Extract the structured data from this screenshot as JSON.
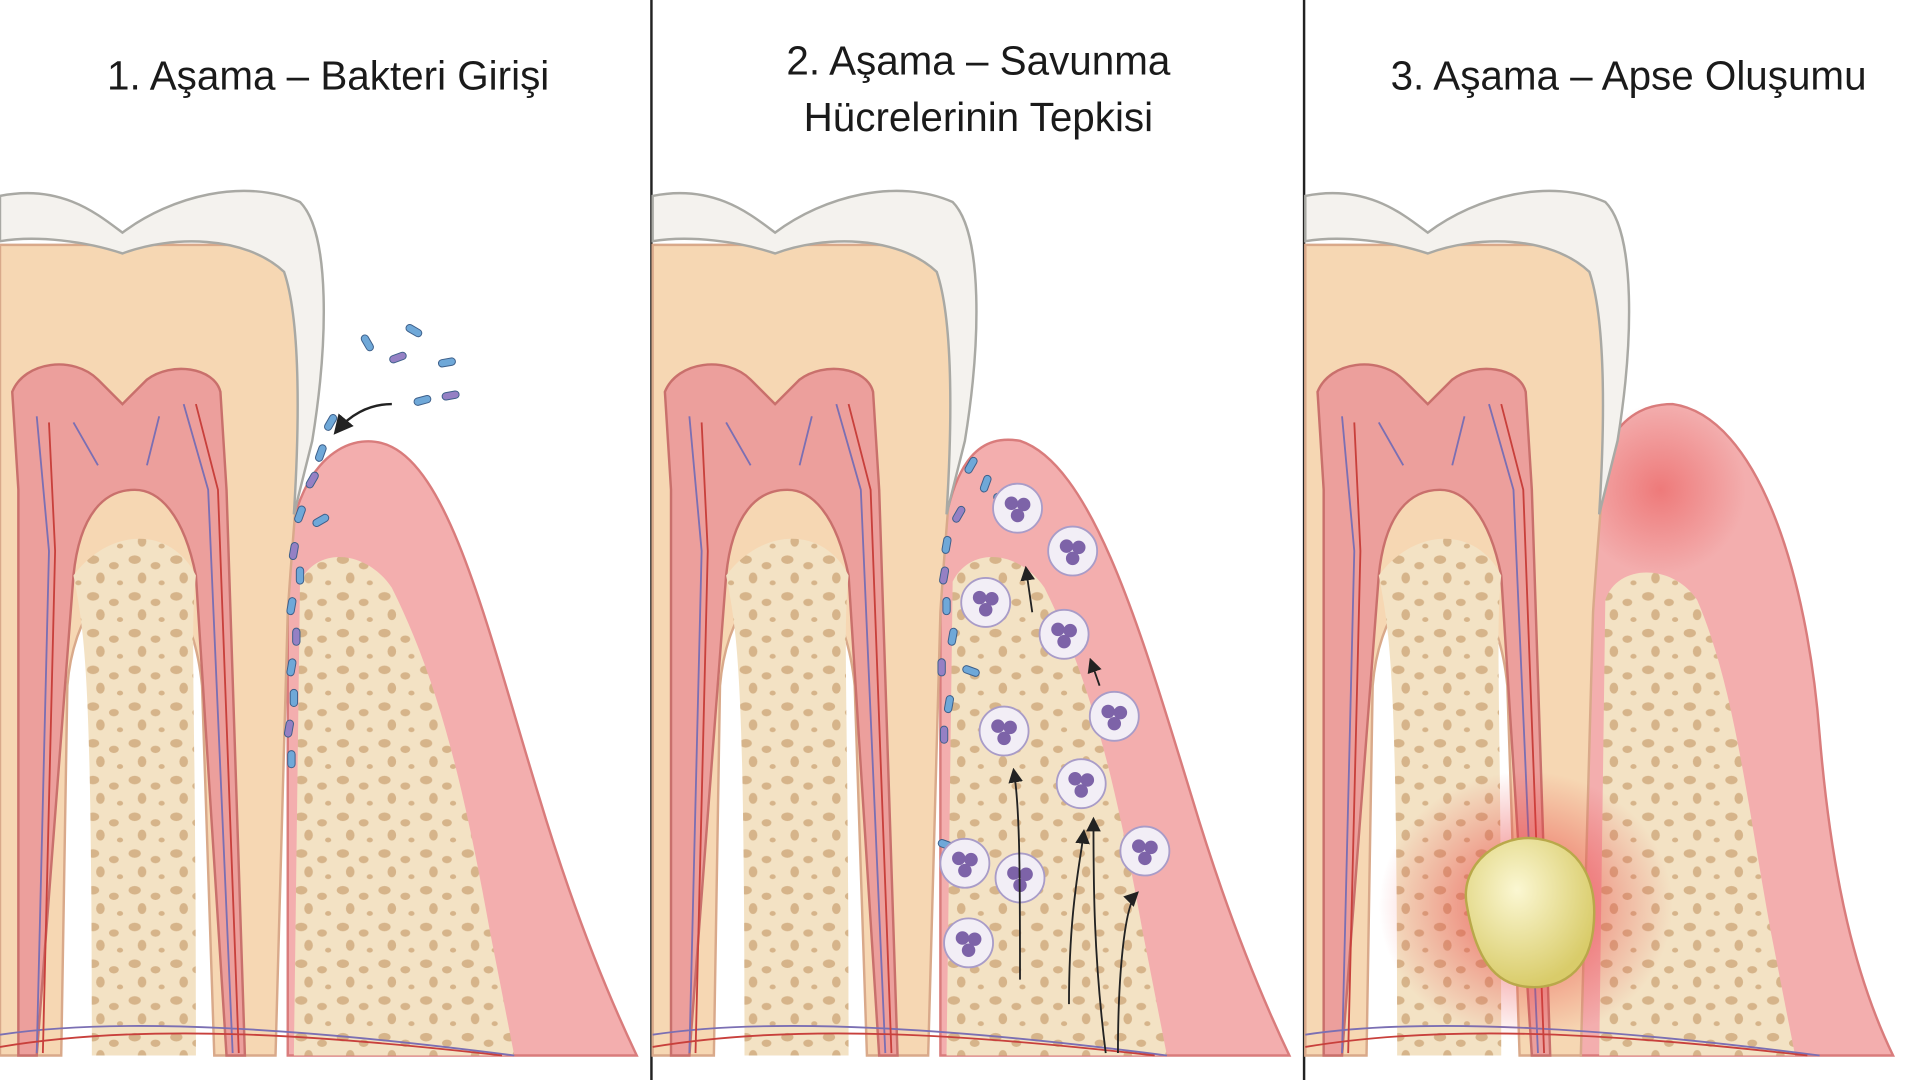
{
  "panels": [
    {
      "title_lines": [
        "1. Aşama – Bakteri Girişi"
      ]
    },
    {
      "title_lines": [
        "2. Aşama – Savunma",
        "Hücrelerinin Tepkisi"
      ]
    },
    {
      "title_lines": [
        "3. Aşama – Apse Oluşumu"
      ]
    }
  ],
  "colors": {
    "enamel": "#f4f2ee",
    "dentin": "#f6d7b3",
    "pulp": "#ec9f9c",
    "gum": "#f3aeae",
    "bone": "#f3e2c4",
    "bacteria_blue": "#6fa8d8",
    "bacteria_purple": "#9580c4",
    "abscess": "#efe6a0",
    "divider": "#222222"
  }
}
